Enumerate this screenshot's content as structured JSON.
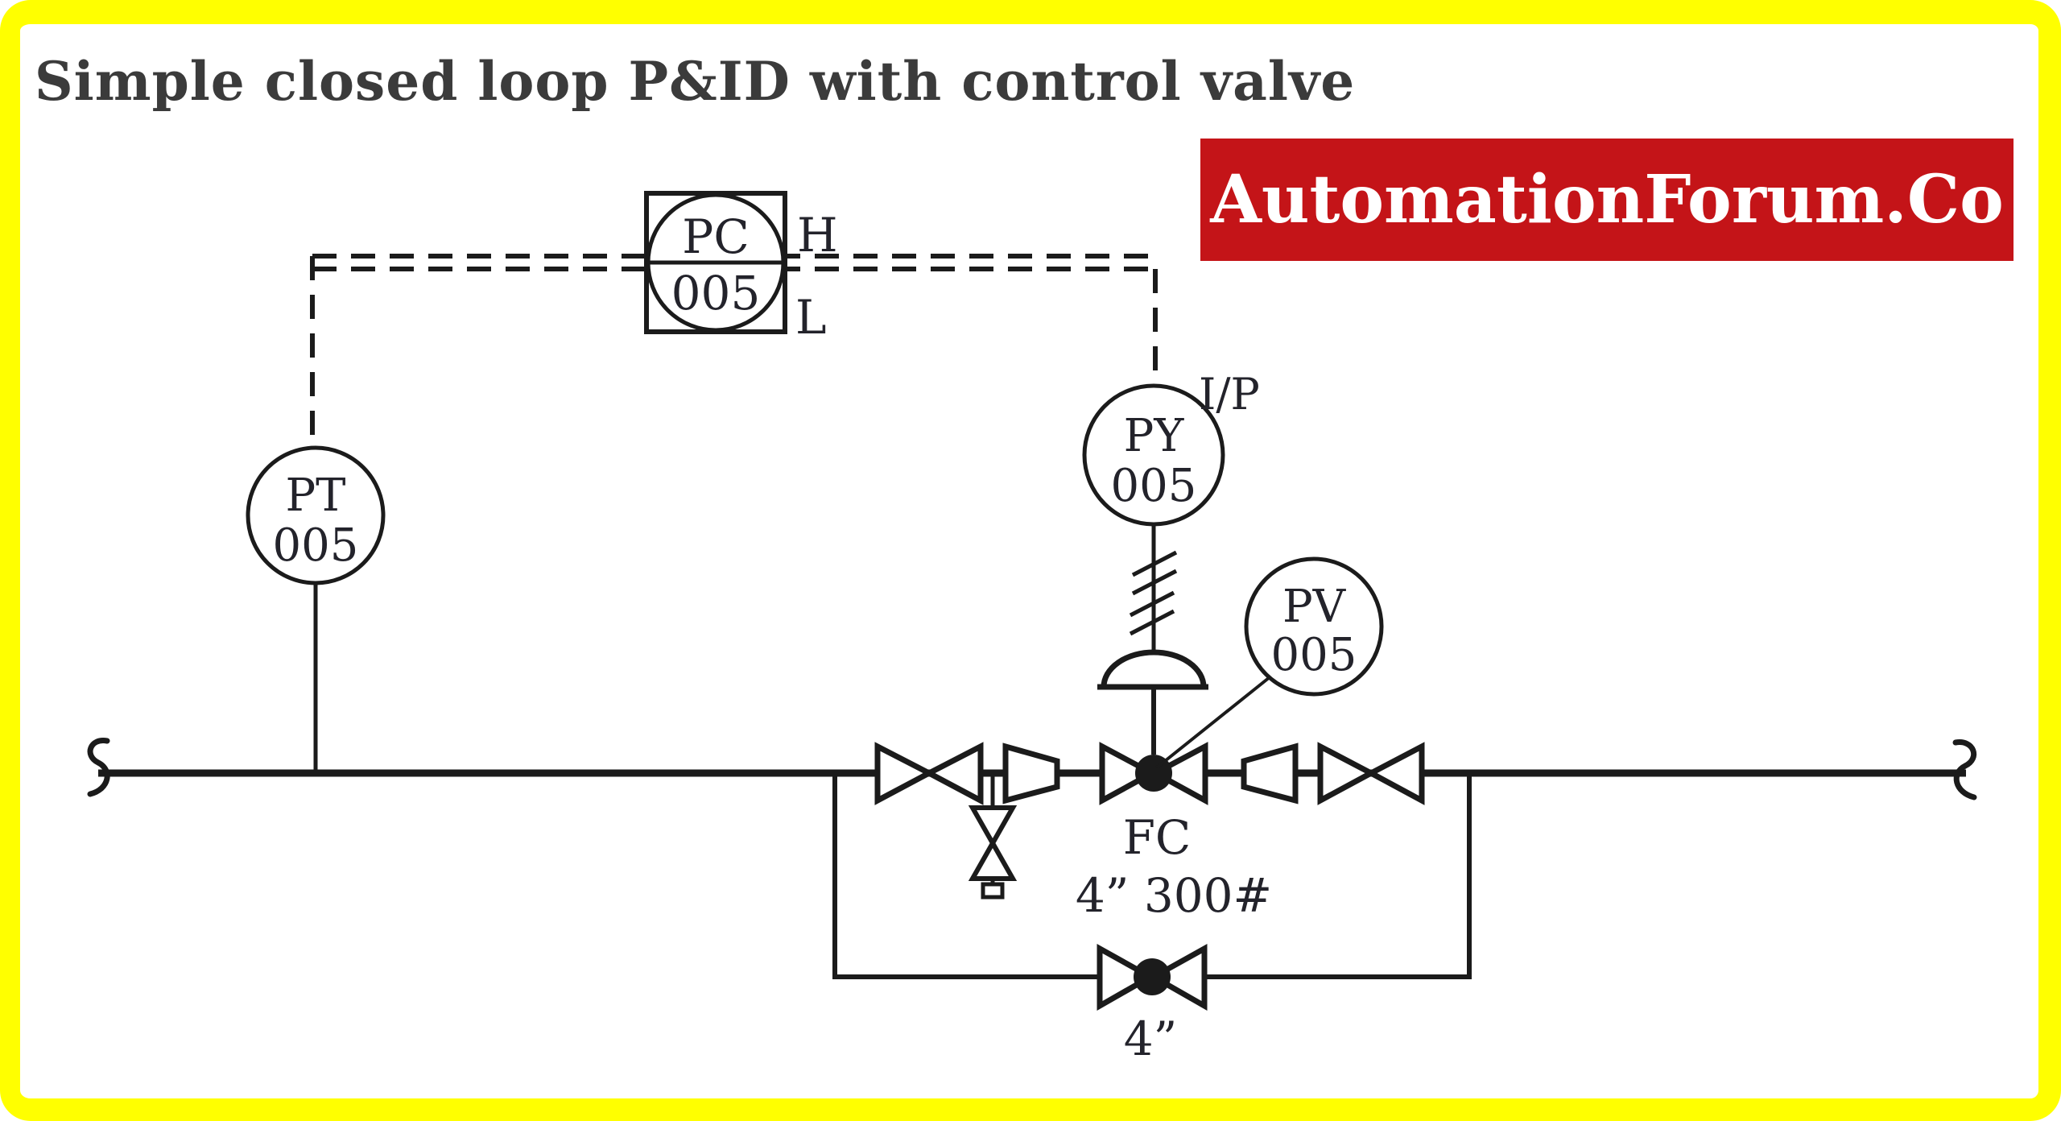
{
  "title": "Simple closed loop P&ID with control valve",
  "watermark": "AutomationForum.Co",
  "colors": {
    "frame_yellow": "#FFFF00",
    "banner_red": "#C41418",
    "banner_text": "#FFFFFF",
    "line_color": "#1B1B1B",
    "title_color": "#3B3B3B",
    "label_color": "#23232B"
  },
  "instruments": {
    "pc": {
      "line1": "PC",
      "line2": "005",
      "high_label": "H",
      "low_label": "L"
    },
    "pt": {
      "line1": "PT",
      "line2": "005"
    },
    "py": {
      "line1": "PY",
      "line2": "005",
      "signal_label": "I/P"
    },
    "pv": {
      "line1": "PV",
      "line2": "005"
    }
  },
  "valve_labels": {
    "control_valve_action": "FC",
    "control_valve_size": "4” 300#",
    "bypass_valve_size": "4”"
  }
}
